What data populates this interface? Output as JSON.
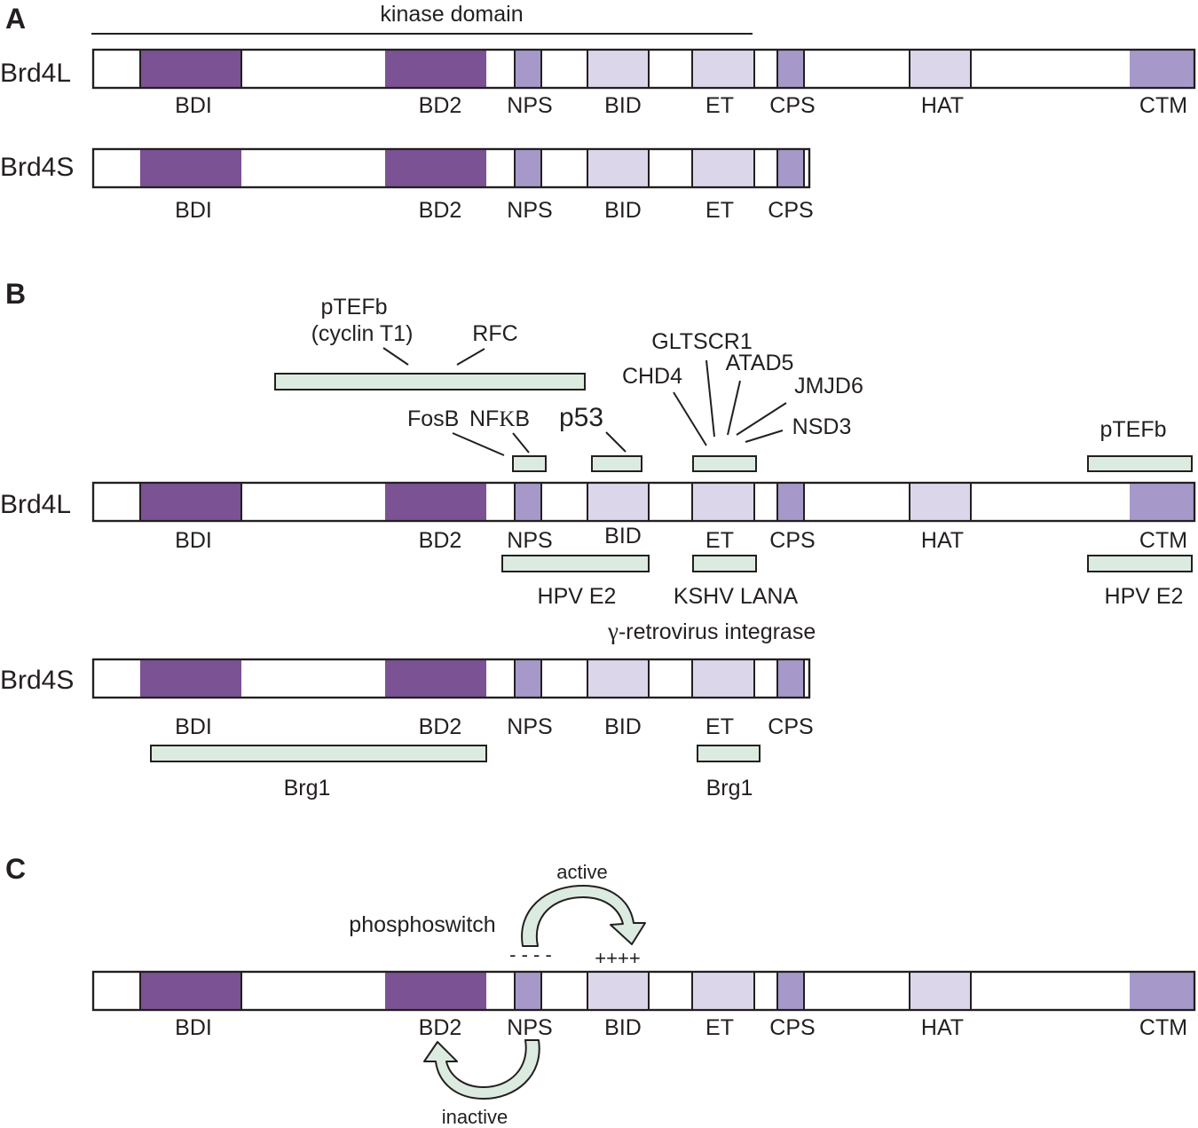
{
  "panels": {
    "a": "A",
    "b": "B",
    "c": "C"
  },
  "colors": {
    "dark": "#7b5294",
    "medium": "#a699c9",
    "light": "#dcd6ea",
    "binding": "#dcebdf"
  },
  "proteins": {
    "long": "Brd4L",
    "short": "Brd4S"
  },
  "domains": {
    "bd1": "BDI",
    "bd2": "BD2",
    "nps": "NPS",
    "bid": "BID",
    "et": "ET",
    "cps": "CPS",
    "hat": "HAT",
    "ctm": "CTM"
  },
  "panel_a": {
    "kinase_label": "kinase domain"
  },
  "panel_b": {
    "ptefb_line1": "pTEFb",
    "ptefb_line2": "(cyclin T1)",
    "rfc": "RFC",
    "fosb": "FosB",
    "nfkb_nf": "NF",
    "nfkb_kappa": "K",
    "nfkb_b": "B",
    "p53": "p53",
    "chd4": "CHD4",
    "gltscr1": "GLTSCR1",
    "atad5": "ATAD5",
    "jmjd6": "JMJD6",
    "nsd3": "NSD3",
    "ptefb_ctm": "pTEFb",
    "hpv_e2_a": "HPV E2",
    "kshv_lana": "KSHV LANA",
    "gamma": "γ",
    "retrovirus": "-retrovirus integrase",
    "hpv_e2_b": "HPV E2",
    "brg1_a": "Brg1",
    "brg1_b": "Brg1"
  },
  "panel_c": {
    "phosphoswitch": "phosphoswitch",
    "active": "active",
    "inactive": "inactive",
    "minus": "- - - -",
    "plus": "++++"
  }
}
